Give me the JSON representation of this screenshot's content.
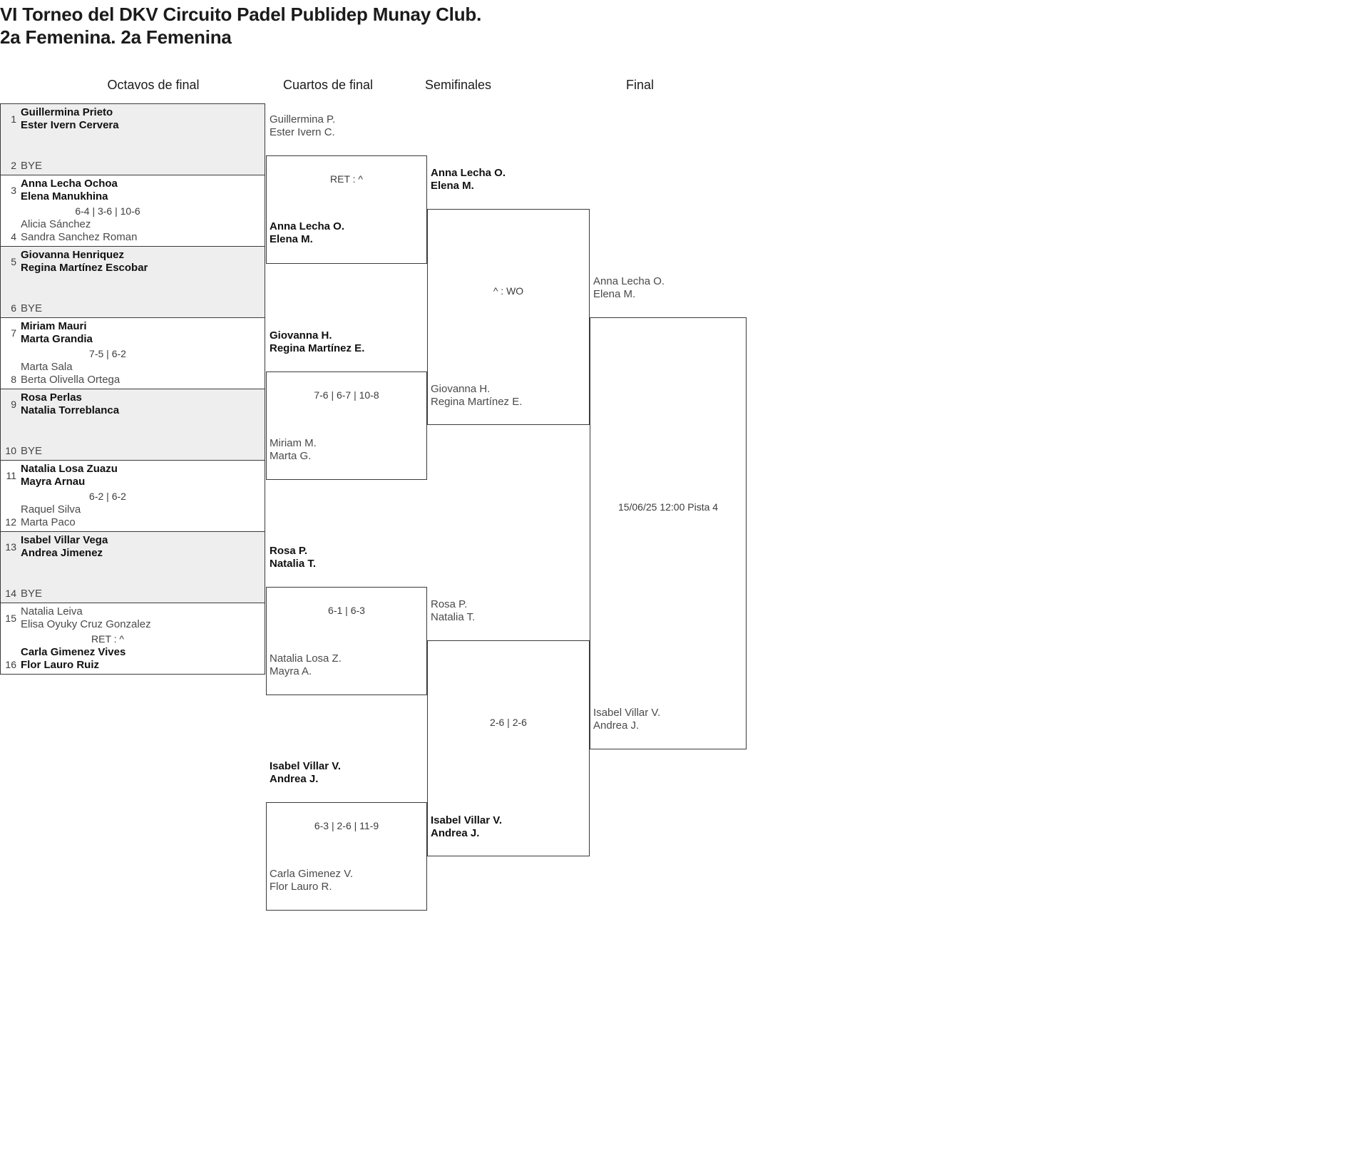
{
  "title": {
    "line1": "VI Torneo del DKV Circuito Padel Publidep Munay Club.",
    "line2": "2a Femenina. 2a Femenina"
  },
  "rounds": [
    {
      "label": "Octavos de final"
    },
    {
      "label": "Cuartos de final"
    },
    {
      "label": "Semifinales"
    },
    {
      "label": "Final"
    }
  ],
  "round1": {
    "matches": [
      {
        "score": "",
        "top": {
          "seed": "1",
          "p1": "Guillermina Prieto",
          "p2": "Ester Ivern Cervera"
        },
        "bottom": {
          "seed": "2",
          "p1": "BYE",
          "p2": ""
        }
      },
      {
        "score": "6-4 | 3-6 | 10-6",
        "top": {
          "seed": "3",
          "p1": "Anna Lecha Ochoa",
          "p2": "Elena Manukhina"
        },
        "bottom": {
          "seed": "4",
          "p1": "Alicia Sánchez",
          "p2": "Sandra Sanchez Roman"
        }
      },
      {
        "score": "",
        "top": {
          "seed": "5",
          "p1": "Giovanna Henriquez",
          "p2": "Regina Martínez Escobar"
        },
        "bottom": {
          "seed": "6",
          "p1": "BYE",
          "p2": ""
        }
      },
      {
        "score": "7-5 | 6-2",
        "top": {
          "seed": "7",
          "p1": "Miriam Mauri",
          "p2": "Marta Grandia"
        },
        "bottom": {
          "seed": "8",
          "p1": "Marta Sala",
          "p2": "Berta Olivella Ortega"
        }
      },
      {
        "score": "",
        "top": {
          "seed": "9",
          "p1": "Rosa Perlas",
          "p2": "Natalia Torreblanca"
        },
        "bottom": {
          "seed": "10",
          "p1": "BYE",
          "p2": ""
        }
      },
      {
        "score": "6-2 | 6-2",
        "top": {
          "seed": "11",
          "p1": "Natalia Losa Zuazu",
          "p2": "Mayra Arnau"
        },
        "bottom": {
          "seed": "12",
          "p1": "Raquel Silva",
          "p2": "Marta Paco"
        }
      },
      {
        "score": "",
        "top": {
          "seed": "13",
          "p1": "Isabel Villar Vega",
          "p2": "Andrea Jimenez"
        },
        "bottom": {
          "seed": "14",
          "p1": "BYE",
          "p2": ""
        }
      },
      {
        "score": "RET : ^",
        "top": {
          "seed": "15",
          "p1": "Natalia Leiva",
          "p2": "Elisa Oyuky Cruz Gonzalez"
        },
        "bottom": {
          "seed": "16",
          "p1": "Carla Gimenez Vives",
          "p2": "Flor Lauro Ruiz"
        }
      }
    ]
  },
  "round2": {
    "matches": [
      {
        "score": "RET : ^",
        "top": {
          "p1": "Guillermina P.",
          "p2": "Ester Ivern C."
        },
        "bottom": {
          "p1": "Anna Lecha O.",
          "p2": "Elena M."
        }
      },
      {
        "score": "7-6 | 6-7 | 10-8",
        "top": {
          "p1": "Giovanna H.",
          "p2": "Regina Martínez E."
        },
        "bottom": {
          "p1": "Miriam M.",
          "p2": "Marta G."
        }
      },
      {
        "score": "6-1 | 6-3",
        "top": {
          "p1": "Rosa P.",
          "p2": "Natalia T."
        },
        "bottom": {
          "p1": "Natalia Losa Z.",
          "p2": "Mayra A."
        }
      },
      {
        "score": "6-3 | 2-6 | 11-9",
        "top": {
          "p1": "Isabel Villar V.",
          "p2": "Andrea J."
        },
        "bottom": {
          "p1": "Carla Gimenez V.",
          "p2": "Flor Lauro R."
        }
      }
    ]
  },
  "round3": {
    "matches": [
      {
        "score": "^ : WO",
        "top": {
          "p1": "Anna Lecha O.",
          "p2": "Elena M."
        },
        "bottom": {
          "p1": "Giovanna H.",
          "p2": "Regina Martínez E."
        }
      },
      {
        "score": "2-6 | 2-6",
        "top": {
          "p1": "Rosa P.",
          "p2": "Natalia T."
        },
        "bottom": {
          "p1": "Isabel Villar V.",
          "p2": "Andrea J."
        }
      }
    ]
  },
  "round4": {
    "matches": [
      {
        "score": "15/06/25 12:00 Pista 4",
        "top": {
          "p1": "Anna Lecha O.",
          "p2": "Elena M."
        },
        "bottom": {
          "p1": "Isabel Villar V.",
          "p2": "Andrea J."
        }
      }
    ]
  }
}
